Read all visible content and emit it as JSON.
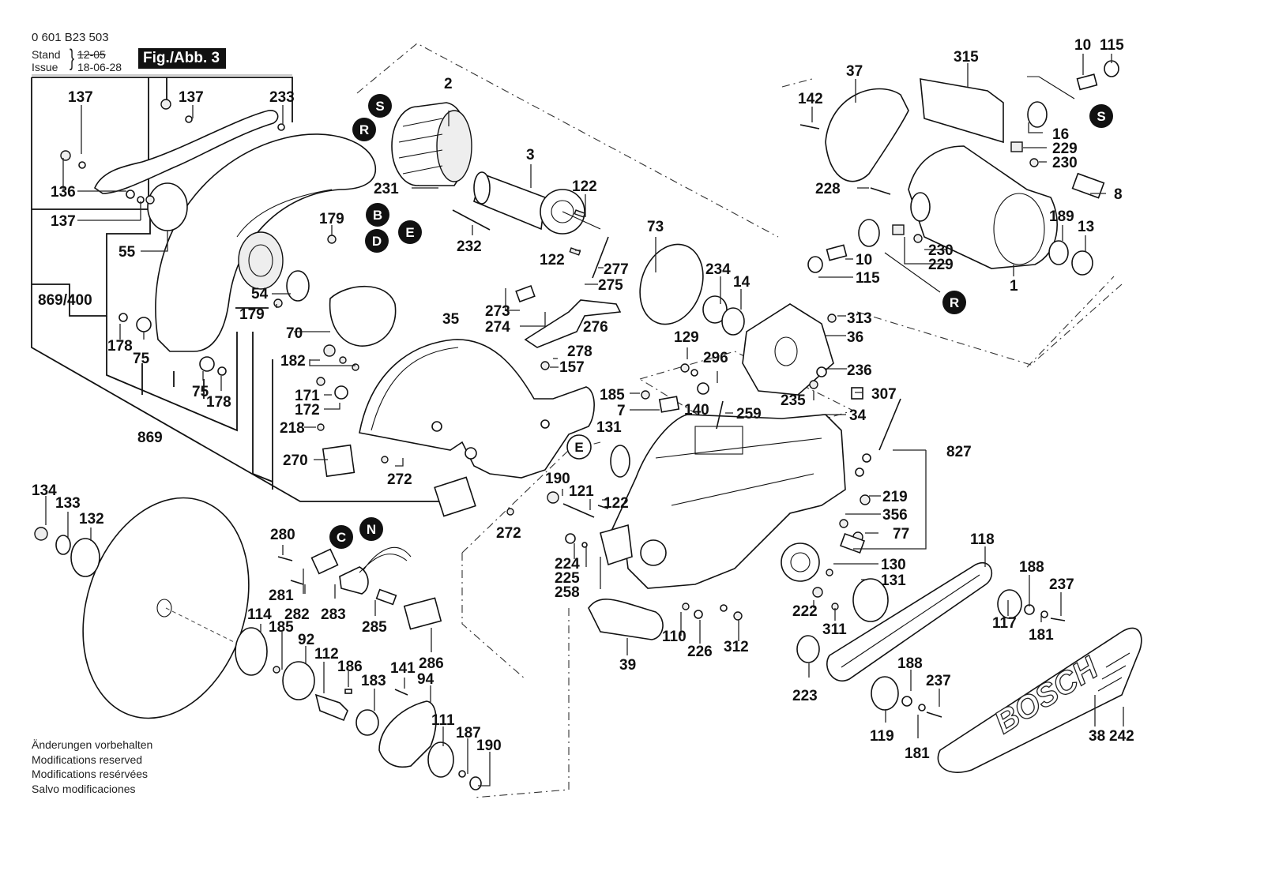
{
  "header": {
    "doc_number": "0 601 B23 503",
    "stand_label": "Stand",
    "issue_label": "Issue",
    "stand_date": "12-05",
    "issue_date": "18-06-28",
    "figure": "Fig./Abb. 3"
  },
  "footer": {
    "lines": [
      "Änderungen vorbehalten",
      "Modifications reserved",
      "Modifications resérvées",
      "Salvo modificaciones"
    ]
  },
  "brand_logo": "BOSCH",
  "reference_markers": {
    "S_top": "S",
    "R_top": "R",
    "B": "B",
    "D": "D",
    "E_black": "E",
    "S_right": "S",
    "R_right": "R",
    "C": "C",
    "N": "N",
    "E_white": "E"
  },
  "part_labels": {
    "p137a": "137",
    "p137b": "137",
    "p233": "233",
    "p136": "136",
    "p137c": "137",
    "p55": "55",
    "p869_400": "869/400",
    "p178a": "178",
    "p75a": "75",
    "p75b": "75",
    "p178b": "178",
    "p869": "869",
    "p54": "54",
    "p179a": "179",
    "p179b": "179",
    "p70": "70",
    "p182": "182",
    "p171": "171",
    "p172": "172",
    "p218": "218",
    "p270": "270",
    "p272a": "272",
    "p272b": "272",
    "p35": "35",
    "p2": "2",
    "p231": "231",
    "p232": "232",
    "p3": "3",
    "p122a": "122",
    "p122b": "122",
    "p277": "277",
    "p275": "275",
    "p273": "273",
    "p274": "274",
    "p276": "276",
    "p278": "278",
    "p157": "157",
    "p73": "73",
    "p234": "234",
    "p14": "14",
    "p313": "313",
    "p36": "36",
    "p236": "236",
    "p235": "235",
    "p307": "307",
    "p129": "129",
    "p296": "296",
    "p185a": "185",
    "p7": "7",
    "p140": "140",
    "p259": "259",
    "p34": "34",
    "p827": "827",
    "p219": "219",
    "p356": "356",
    "p77": "77",
    "p130": "130",
    "p131a": "131",
    "p131b": "131",
    "p190a": "190",
    "p121": "121",
    "p122c": "122",
    "p224": "224",
    "p225": "225",
    "p258": "258",
    "p39": "39",
    "p110": "110",
    "p226": "226",
    "p312": "312",
    "p222": "222",
    "p311": "311",
    "p223": "223",
    "p118": "118",
    "p188a": "188",
    "p237a": "237",
    "p117": "117",
    "p181a": "181",
    "p188b": "188",
    "p237b": "237",
    "p119": "119",
    "p181b": "181",
    "p38": "38",
    "p242": "242",
    "p142": "142",
    "p37": "37",
    "p315": "315",
    "p10a": "10",
    "p115a": "115",
    "p16": "16",
    "p229a": "229",
    "p230a": "230",
    "p8": "8",
    "p228": "228",
    "p189": "189",
    "p13": "13",
    "p230b": "230",
    "p229b": "229",
    "p10b": "10",
    "p115b": "115",
    "p1": "1",
    "p134": "134",
    "p133": "133",
    "p132": "132",
    "p280": "280",
    "p281": "281",
    "p282": "282",
    "p283": "283",
    "p285": "285",
    "p286": "286",
    "p114": "114",
    "p185b": "185",
    "p92": "92",
    "p112": "112",
    "p186": "186",
    "p183": "183",
    "p141": "141",
    "p94": "94",
    "p111": "111",
    "p187": "187",
    "p190b": "190"
  }
}
